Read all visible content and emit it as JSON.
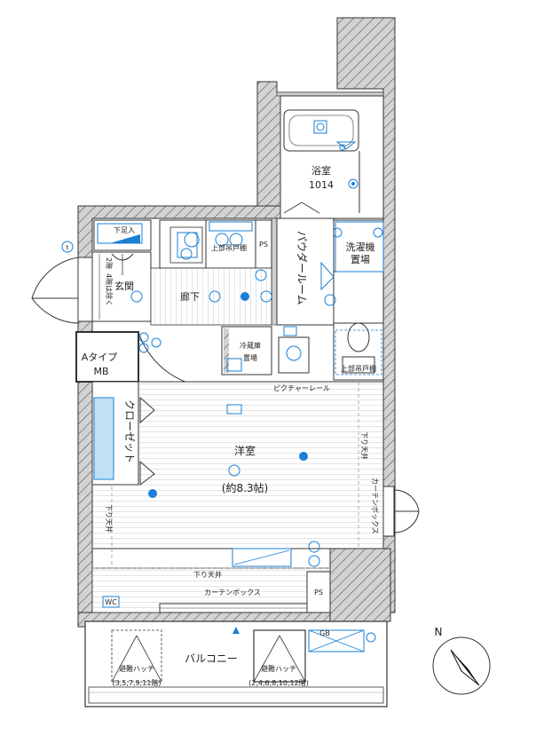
{
  "rooms": {
    "bathroom": "浴室",
    "bathroom_size": "1014",
    "laundry_line1": "洗濯機",
    "laundry_line2": "置場",
    "powder_room": "パウダールーム",
    "entrance": "玄関",
    "footrest": "下足入",
    "hallway": "廊下",
    "fridge_line1": "冷蔵庫",
    "fridge_line2": "置場",
    "upper_cabinet_left": "上部吊戸棚",
    "upper_cabinet_right": "上部吊戸棚",
    "ps_upper": "PS",
    "ps_lower": "PS",
    "type_line1": "Aタイプ",
    "type_line2": "MB",
    "stair_note_line1": "2階",
    "stair_note_line2": "4階は除く",
    "picture_rail": "ピクチャーレール",
    "closet": "クローゼット",
    "western_room": "洋室",
    "western_room_size": "(約8.3帖)",
    "ceiling_drop_right": "下り天井",
    "ceiling_drop_left": "下り天井",
    "ceiling_drop_bottom": "下り天井",
    "curtain_box_right": "カーテンボックス",
    "curtain_box_bottom": "カーテンボックス",
    "wc": "WC",
    "balcony": "バルコニー",
    "hatch_left_line1": "避難ハッチ",
    "hatch_left_line2": "(3,5,7,9,11階)",
    "hatch_right_line1": "避難ハッチ",
    "hatch_right_line2": "(2,4,6,8,10,12階)",
    "gb": "GB",
    "north": "N"
  },
  "colors": {
    "wall_hatch": "#555555",
    "wall_fill": "#cfcfcf",
    "equipment": "#1a7fd6",
    "floor_lines": "#b8b8b8"
  }
}
